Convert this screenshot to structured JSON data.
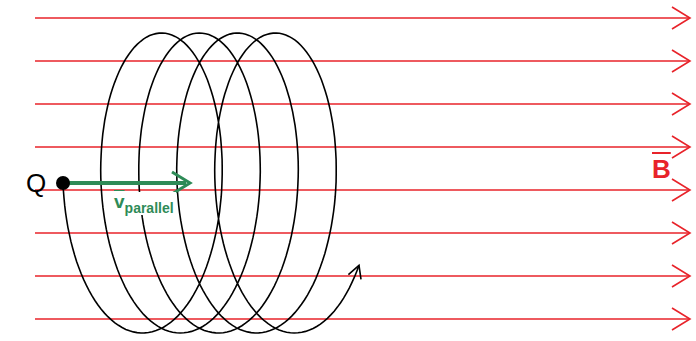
{
  "diagram": {
    "labels": [
      "Q",
      "v",
      "parallel",
      "B"
    ]
  }
}
